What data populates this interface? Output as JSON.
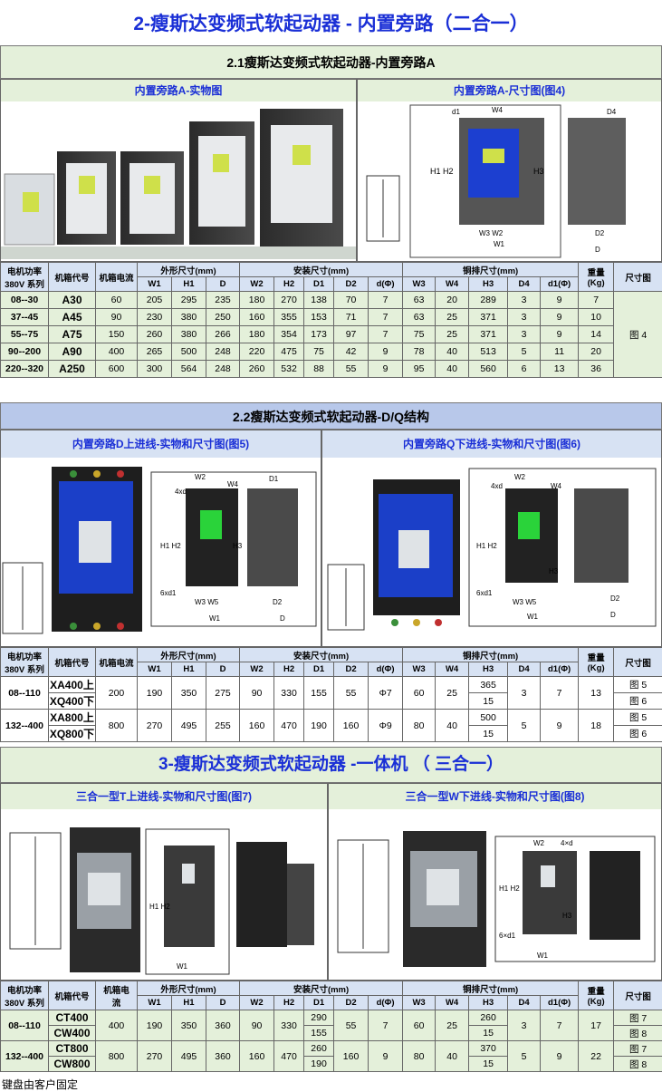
{
  "title_main": "2-瘦斯达变频式软起动器 - 内置旁路（二合一）",
  "s21": {
    "title": "2.1瘦斯达变频式软起动器-内置旁路A",
    "left_caption": "内置旁路A-实物图",
    "right_caption": "内置旁路A-尺寸图(图4)"
  },
  "hdr": {
    "power": "电机功率",
    "series": "380V 系列",
    "model": "机箱代号",
    "current": "机箱电流",
    "outer": "外形尺寸(mm)",
    "mount": "安装尺寸(mm)",
    "busbar": "铜排尺寸(mm)",
    "weight": "重量",
    "weight_unit": "(Kg)",
    "fig": "尺寸图",
    "W1": "W1",
    "H1": "H1",
    "D": "D",
    "W2": "W2",
    "H2": "H2",
    "D1": "D1",
    "D2": "D2",
    "dphi": "d(Φ)",
    "W3": "W3",
    "W4": "W4",
    "H3": "H3",
    "D4": "D4",
    "d1phi": "d1(Φ)",
    "current3": "机箱电流"
  },
  "table1": {
    "fig": "图 4",
    "rows": [
      {
        "power": "08--30",
        "model": "A30",
        "cur": "60",
        "W1": "205",
        "H1": "295",
        "D": "235",
        "W2": "180",
        "H2": "270",
        "D1": "138",
        "D2": "70",
        "d": "7",
        "W3": "63",
        "W4": "20",
        "H3": "289",
        "D4": "3",
        "d1": "9",
        "kg": "7"
      },
      {
        "power": "37--45",
        "model": "A45",
        "cur": "90",
        "W1": "230",
        "H1": "380",
        "D": "250",
        "W2": "160",
        "H2": "355",
        "D1": "153",
        "D2": "71",
        "d": "7",
        "W3": "63",
        "W4": "25",
        "H3": "371",
        "D4": "3",
        "d1": "9",
        "kg": "10"
      },
      {
        "power": "55--75",
        "model": "A75",
        "cur": "150",
        "W1": "260",
        "H1": "380",
        "D": "266",
        "W2": "180",
        "H2": "354",
        "D1": "173",
        "D2": "97",
        "d": "7",
        "W3": "75",
        "W4": "25",
        "H3": "371",
        "D4": "3",
        "d1": "9",
        "kg": "14"
      },
      {
        "power": "90--200",
        "model": "A90",
        "cur": "400",
        "W1": "265",
        "H1": "500",
        "D": "248",
        "W2": "220",
        "H2": "475",
        "D1": "75",
        "D2": "42",
        "d": "9",
        "W3": "78",
        "W4": "40",
        "H3": "513",
        "D4": "5",
        "d1": "11",
        "kg": "20"
      },
      {
        "power": "220--320",
        "model": "A250",
        "cur": "600",
        "W1": "300",
        "H1": "564",
        "D": "248",
        "W2": "260",
        "H2": "532",
        "D1": "88",
        "D2": "55",
        "d": "9",
        "W3": "95",
        "W4": "40",
        "H3": "560",
        "D4": "6",
        "d1": "13",
        "kg": "36"
      }
    ]
  },
  "s22": {
    "title": "2.2瘦斯达变频式软起动器-D/Q结构",
    "left_caption": "内置旁路D上进线-实物和尺寸图(图5)",
    "right_caption": "内置旁路Q下进线-实物和尺寸图(图6)"
  },
  "table2": {
    "rows": [
      {
        "power": "08--110",
        "m1": "XA400上",
        "m2": "XQ400下",
        "cur": "200",
        "W1": "190",
        "H1": "350",
        "D": "275",
        "W2": "90",
        "H2": "330",
        "D1": "155",
        "D2": "55",
        "d": "Φ7",
        "W3": "60",
        "W4": "25",
        "H3a": "365",
        "H3b": "15",
        "D4": "3",
        "d1": "7",
        "kg": "13",
        "f1": "图 5",
        "f2": "图 6"
      },
      {
        "power": "132--400",
        "m1": "XA800上",
        "m2": "XQ800下",
        "cur": "800",
        "W1": "270",
        "H1": "495",
        "D": "255",
        "W2": "160",
        "H2": "470",
        "D1": "190",
        "D2": "160",
        "d": "Φ9",
        "W3": "80",
        "W4": "40",
        "H3a": "500",
        "H3b": "15",
        "D4": "5",
        "d1": "9",
        "kg": "18",
        "f1": "图 5",
        "f2": "图 6"
      }
    ]
  },
  "title3": "3-瘦斯达变频式软起动器 -一体机 （ 三合一）",
  "s3": {
    "left_caption": "三合一型T上进线-实物和尺寸图(图7)",
    "right_caption": "三合一型W下进线-实物和尺寸图(图8)"
  },
  "table3": {
    "current_l1": "机箱电",
    "current_l2": "流",
    "rows": [
      {
        "power": "08--110",
        "m1": "CT400",
        "m2": "CW400",
        "cur": "400",
        "W1": "190",
        "H1": "350",
        "D": "360",
        "W2": "90",
        "H2": "330",
        "D1a": "290",
        "D1b": "155",
        "D2": "55",
        "d": "7",
        "W3": "60",
        "W4": "25",
        "H3a": "260",
        "H3b": "15",
        "D4": "3",
        "d1": "7",
        "kg": "17",
        "f1": "图 7",
        "f2": "图 8"
      },
      {
        "power": "132--400",
        "m1": "CT800",
        "m2": "CW800",
        "cur": "800",
        "W1": "270",
        "H1": "495",
        "D": "360",
        "W2": "160",
        "H2": "470",
        "D1a": "260",
        "D1b": "190",
        "D2": "160",
        "d": "9",
        "W3": "80",
        "W4": "40",
        "H3a": "370",
        "H3b": "15",
        "D4": "5",
        "d1": "9",
        "kg": "22",
        "f1": "图 7",
        "f2": "图 8"
      }
    ]
  },
  "footer": "键盘由客户固定",
  "colors": {
    "title": "#1a2fd6",
    "green_band": "#e4f0da",
    "blue_band": "#b8c8ea",
    "header_blue": "#d7e2f3"
  }
}
